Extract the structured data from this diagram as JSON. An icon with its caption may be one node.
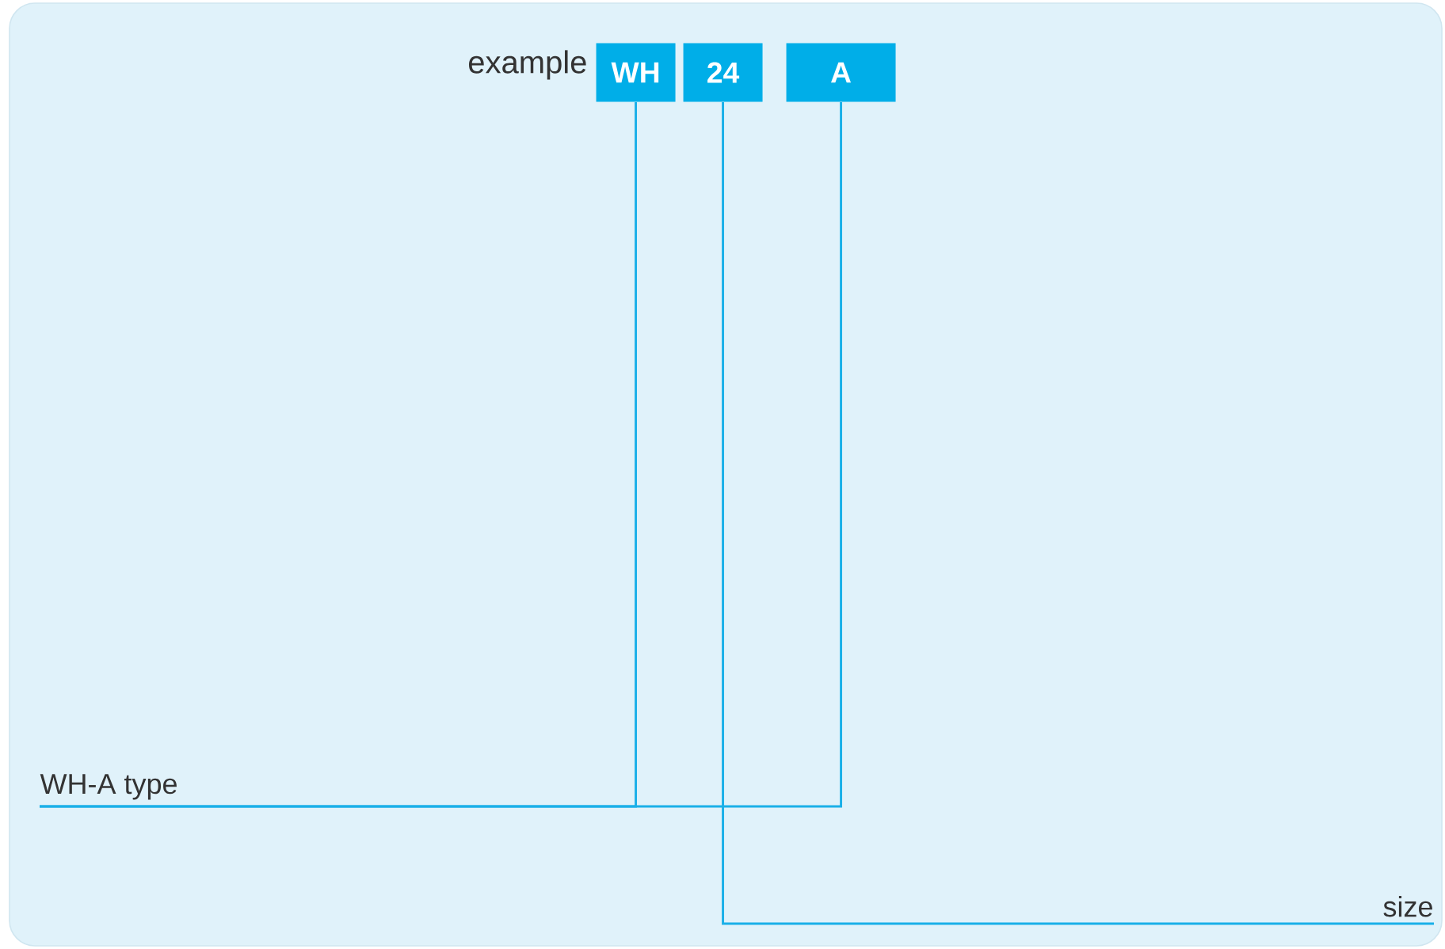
{
  "diagram": {
    "nodes": [
      {
        "text": [
          "WH"
        ]
      },
      {
        "text": [
          "24"
        ]
      },
      {
        "text": [
          "A"
        ]
      },
      {
        "text": [
          "WH-A type"
        ]
      },
      {
        "text": [
          "size"
        ]
      }
    ],
    "edges": [
      {
        "from": 0,
        "to": 3,
        "arrow": "none"
      },
      {
        "from": 2,
        "to": 3,
        "arrow": "none"
      },
      {
        "from": 1,
        "to": 4,
        "arrow": "none"
      }
    ],
    "labels": [
      "example"
    ]
  }
}
